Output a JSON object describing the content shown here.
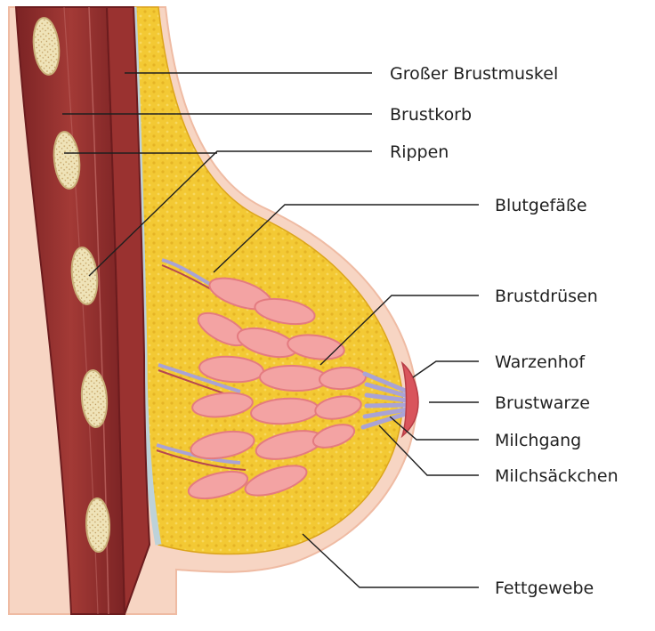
{
  "labels": {
    "pectoralis": "Großer Brustmuskel",
    "ribcage": "Brustkorb",
    "ribs": "Rippen",
    "vessels": "Blutgefäße",
    "glands": "Brustdrüsen",
    "areola": "Warzenhof",
    "nipple": "Brustwarze",
    "duct": "Milchgang",
    "sacs": "Milchsäckchen",
    "fat": "Fettgewebe"
  },
  "colors": {
    "skin": "#f7d5c3",
    "skin_edge": "#efbba3",
    "muscle": "#8e2a2a",
    "muscle_dark": "#6c1c1e",
    "fat": "#f3c934",
    "fat_edge": "#dca51b",
    "gland": "#f3a3a3",
    "gland_edge": "#e47b80",
    "duct": "#a9a3d6",
    "nipple": "#d9545c",
    "bone": "#efe3b8",
    "membrane": "#bdd2d9"
  }
}
